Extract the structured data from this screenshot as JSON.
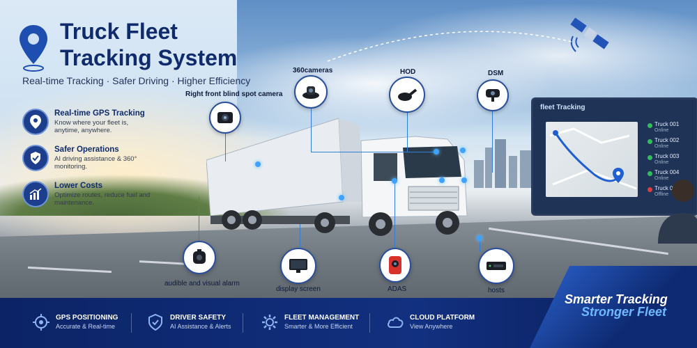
{
  "header": {
    "title_line1": "Truck Fleet",
    "title_line2": "Tracking System",
    "tagline": "Real-time Tracking · Safer Driving · Higher Efficiency"
  },
  "features": [
    {
      "title": "Real-time GPS Tracking",
      "desc": "Know where your fleet is, anytime, anywhere.",
      "icon": "location-pin-icon"
    },
    {
      "title": "Safer Operations",
      "desc": "AI driving assistance & 360° monitoring.",
      "icon": "shield-check-icon"
    },
    {
      "title": "Lower Costs",
      "desc": "Optimize routes, reduce fuel and maintenance.",
      "icon": "chart-up-icon"
    }
  ],
  "components": {
    "right_front": "Right front blind spot camera",
    "cam360": "360cameras",
    "hod": "HOD",
    "dsm": "DSM",
    "alarm": "audible and visual alarm",
    "display": "display screen",
    "adas": "ADAS",
    "hosts": "hosts"
  },
  "monitor": {
    "title": "fleet Tracking",
    "trucks": [
      {
        "name": "Truck 001",
        "status": "Online",
        "color": "#2fbf5a"
      },
      {
        "name": "Truck 002",
        "status": "Online",
        "color": "#2fbf5a"
      },
      {
        "name": "Truck 003",
        "status": "Online",
        "color": "#2fbf5a"
      },
      {
        "name": "Truck 004",
        "status": "Online",
        "color": "#2fbf5a"
      },
      {
        "name": "Truck 005",
        "status": "Offline",
        "color": "#e23b3b"
      }
    ]
  },
  "banner": {
    "items": [
      {
        "title": "GPS POSITIONING",
        "desc": "Accurate & Real-time",
        "icon": "gps-target-icon"
      },
      {
        "title": "DRIVER SAFETY",
        "desc": "AI Assistance & Alerts",
        "icon": "shield-check-icon"
      },
      {
        "title": "FLEET MANAGEMENT",
        "desc": "Smarter & More Efficient",
        "icon": "gear-icon"
      },
      {
        "title": "CLOUD PLATFORM",
        "desc": "View Anywhere",
        "icon": "cloud-icon"
      }
    ],
    "slogan1": "Smarter Tracking",
    "slogan2": "Stronger Fleet"
  },
  "colors": {
    "brand_navy": "#0f2b6b",
    "accent_blue": "#3fa2ff",
    "online": "#2fbf5a",
    "offline": "#e23b3b"
  }
}
